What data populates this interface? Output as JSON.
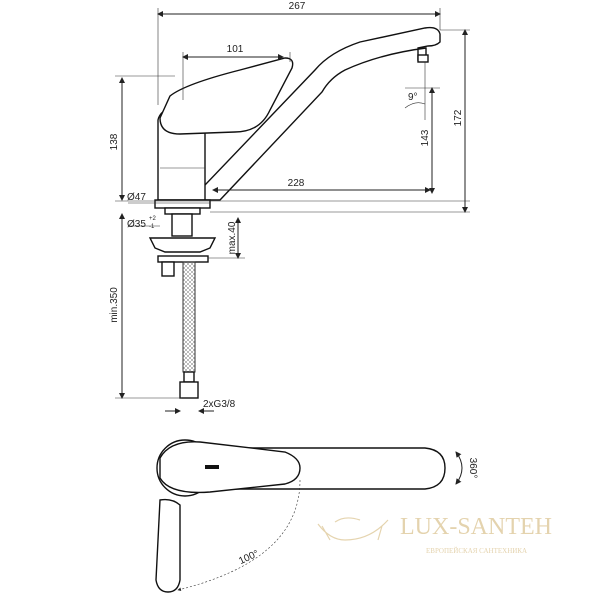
{
  "dimensions": {
    "overall_length": "267",
    "lever_length": "101",
    "body_height": "138",
    "spout_height": "143",
    "total_height": "172",
    "spout_reach": "228",
    "base_diameter": "Ø47",
    "hole_diameter": "Ø35",
    "hole_tol_plus": "+2",
    "hole_tol_minus": "-1",
    "max_deck_thickness": "max.40",
    "hose_length": "min.350",
    "connection": "2xG3/8",
    "spout_angle": "9°",
    "swivel_angle": "360°",
    "lever_angle": "100°"
  },
  "watermark": {
    "brand": "LUX-SANTEH",
    "tagline": "ЕВРОПЕЙСКАЯ САНТЕХНИКА",
    "color": "#e2cfa6"
  }
}
